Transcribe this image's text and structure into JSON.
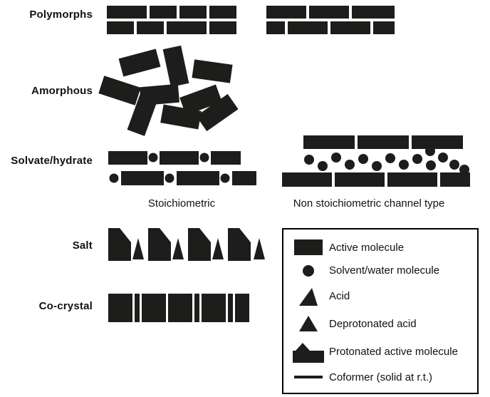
{
  "rows": {
    "polymorphs": "Polymorphs",
    "amorphous": "Amorphous",
    "solvate_hydrate": "Solvate/hydrate",
    "salt": "Salt",
    "co_crystal": "Co-crystal"
  },
  "captions": {
    "stoichiometric": "Stoichiometric",
    "non_stoichiometric": "Non stoichiometric channel type"
  },
  "legend": {
    "items": [
      {
        "icon": "active-molecule-icon",
        "label": "Active molecule"
      },
      {
        "icon": "solvent-water-molecule-icon",
        "label": "Solvent/water molecule"
      },
      {
        "icon": "acid-icon",
        "label": "Acid"
      },
      {
        "icon": "deprotonated-acid-icon",
        "label": "Deprotonated acid"
      },
      {
        "icon": "protonated-active-molecule-icon",
        "label": "Protonated active molecule"
      },
      {
        "icon": "coformer-icon",
        "label": "Coformer (solid at r.t.)"
      }
    ]
  },
  "colors": {
    "shape": "#1d1d1b",
    "background": "#ffffff",
    "legend_border": "#000000"
  }
}
